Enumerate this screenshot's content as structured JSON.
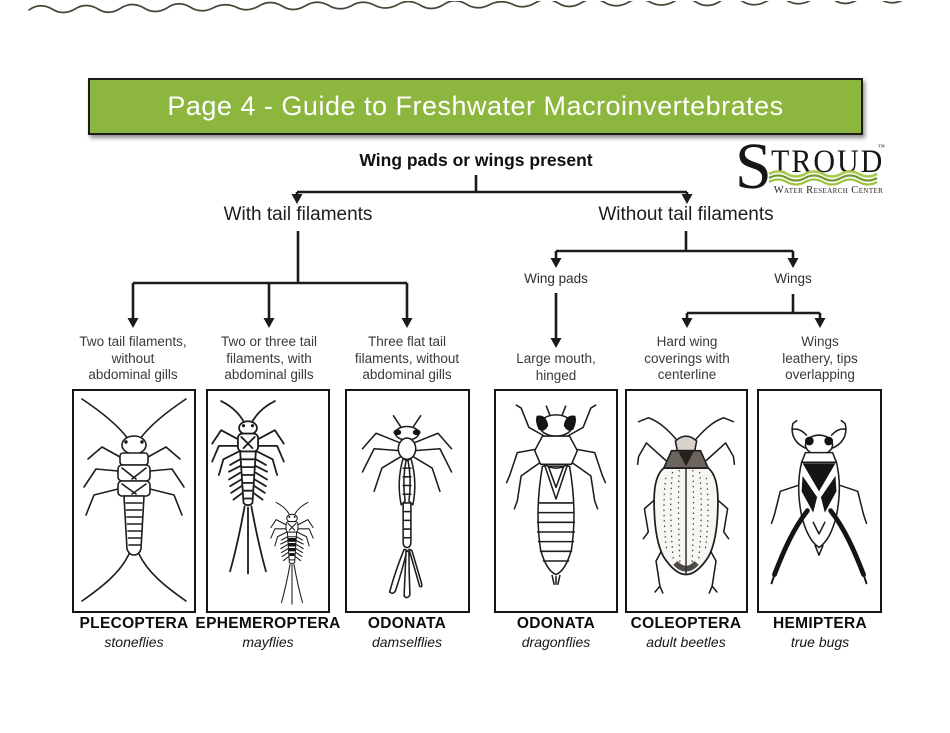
{
  "banner": {
    "title": "Page 4 - Guide to Freshwater Macroinvertebrates"
  },
  "colors": {
    "banner_green": "#8cb63e",
    "logo_wave_green_light": "#a6cb4a",
    "logo_wave_green_dark": "#739a32",
    "line_black": "#1b1b1b"
  },
  "logo": {
    "initial": "S",
    "rest": "TROUD",
    "trademark": "™",
    "subtitle": "Water Research Center"
  },
  "tree": {
    "root_label": "Wing pads or wings present",
    "left_branch_label": "With tail filaments",
    "right_branch_label": "Without tail filaments",
    "wing_pads_label": "Wing pads",
    "wings_label": "Wings"
  },
  "columns": [
    {
      "criteria_lines": [
        "Two tail filaments,",
        "without",
        "abdominal gills"
      ],
      "taxon": "PLECOPTERA",
      "common_name": "stoneflies",
      "illustration": "stonefly-nymph"
    },
    {
      "criteria_lines": [
        "Two or three tail",
        "filaments, with",
        "abdominal gills"
      ],
      "taxon": "EPHEMEROPTERA",
      "common_name": "mayflies",
      "illustration": "mayfly-nymphs"
    },
    {
      "criteria_lines": [
        "Three flat tail",
        "filaments, without",
        "abdominal gills"
      ],
      "taxon": "ODONATA",
      "common_name": "damselflies",
      "illustration": "damselfly-nymph"
    },
    {
      "criteria_lines": [
        "Large mouth,",
        "hinged"
      ],
      "taxon": "ODONATA",
      "common_name": "dragonflies",
      "illustration": "dragonfly-nymph"
    },
    {
      "criteria_lines": [
        "Hard wing",
        "coverings with",
        "centerline"
      ],
      "taxon": "COLEOPTERA",
      "common_name": "adult beetles",
      "illustration": "adult-beetle"
    },
    {
      "criteria_lines": [
        "Wings",
        "leathery, tips",
        "overlapping"
      ],
      "taxon": "HEMIPTERA",
      "common_name": "true bugs",
      "illustration": "true-bug"
    }
  ]
}
